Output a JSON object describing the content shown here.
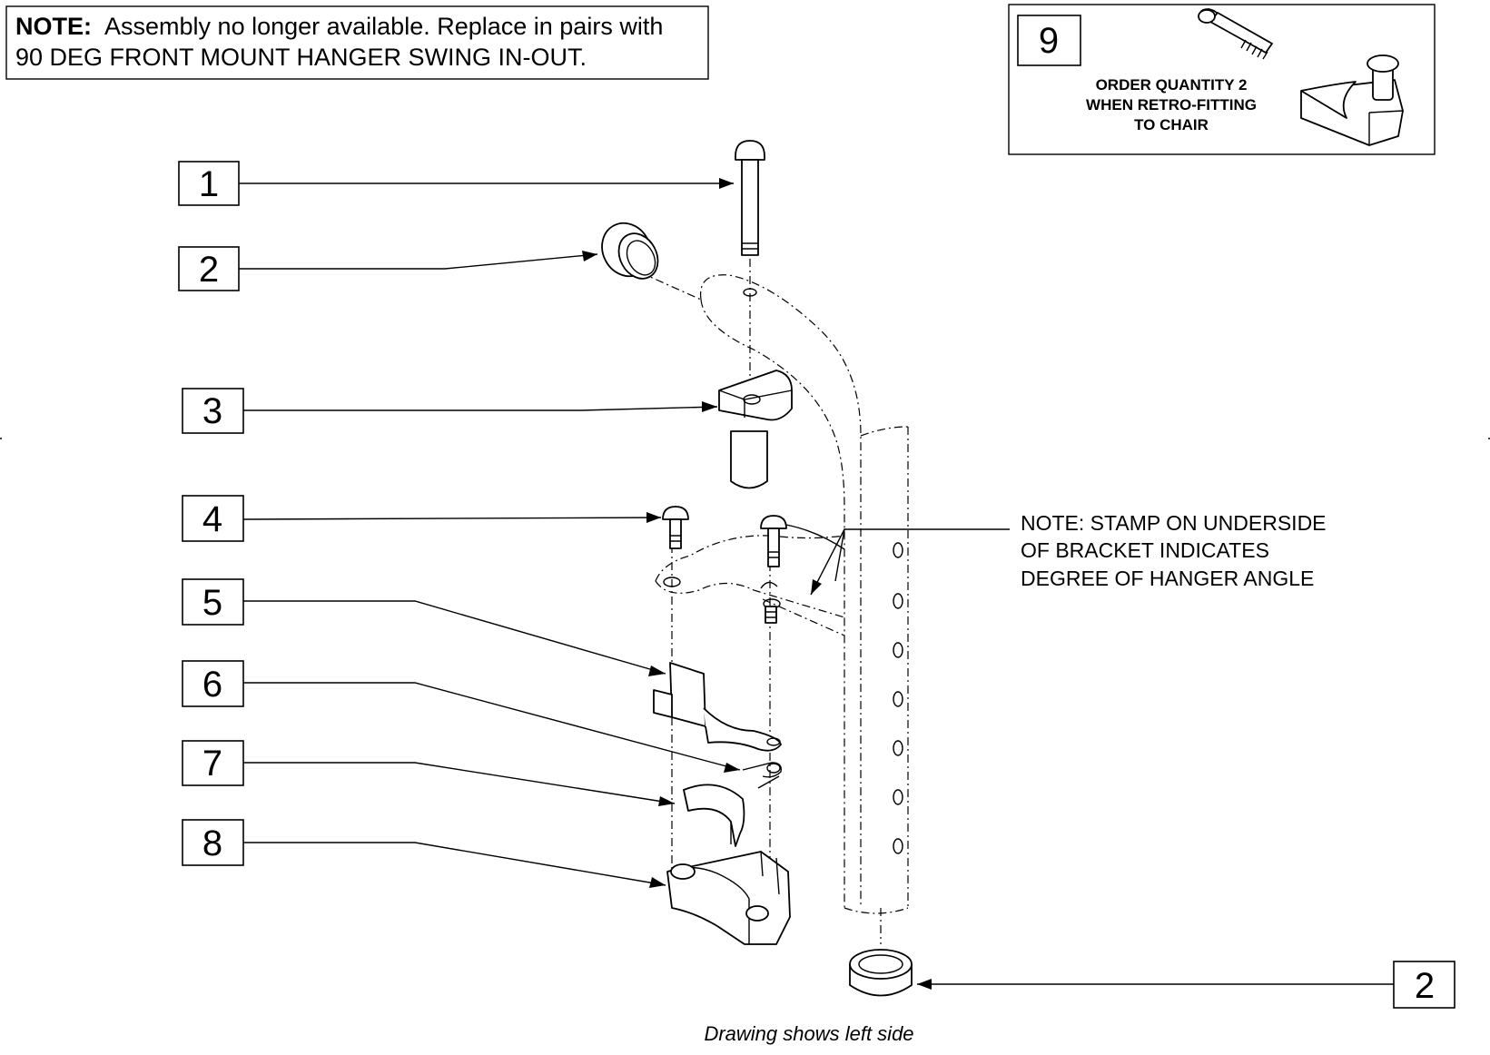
{
  "top_note": {
    "label": "NOTE:",
    "line1": "Assembly no longer available. Replace in pairs with",
    "line2": "90 DEG FRONT MOUNT HANGER SWING IN-OUT."
  },
  "inset": {
    "number": "9",
    "line1": "ORDER QUANTITY 2",
    "line2": "WHEN RETRO-FITTING",
    "line3": "TO CHAIR"
  },
  "callouts": [
    "1",
    "2",
    "3",
    "4",
    "5",
    "6",
    "7",
    "8",
    "2"
  ],
  "stamp_note": {
    "line1": "NOTE: STAMP ON UNDERSIDE",
    "line2": "OF BRACKET INDICATES",
    "line3": "DEGREE OF HANGER ANGLE"
  },
  "caption": "Drawing shows left side"
}
